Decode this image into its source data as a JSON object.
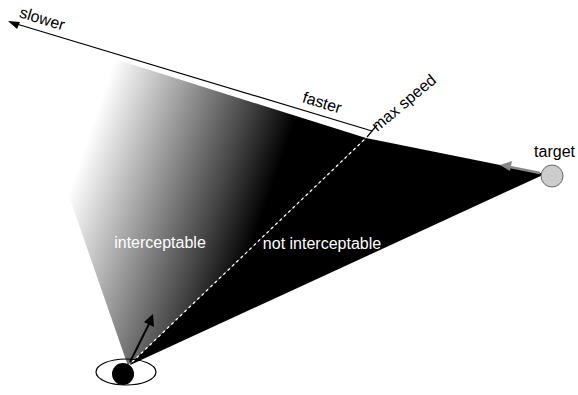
{
  "diagram": {
    "labels": [
      "slower",
      "faster",
      "max speed",
      "target",
      "interceptable",
      "not interceptable"
    ]
  }
}
